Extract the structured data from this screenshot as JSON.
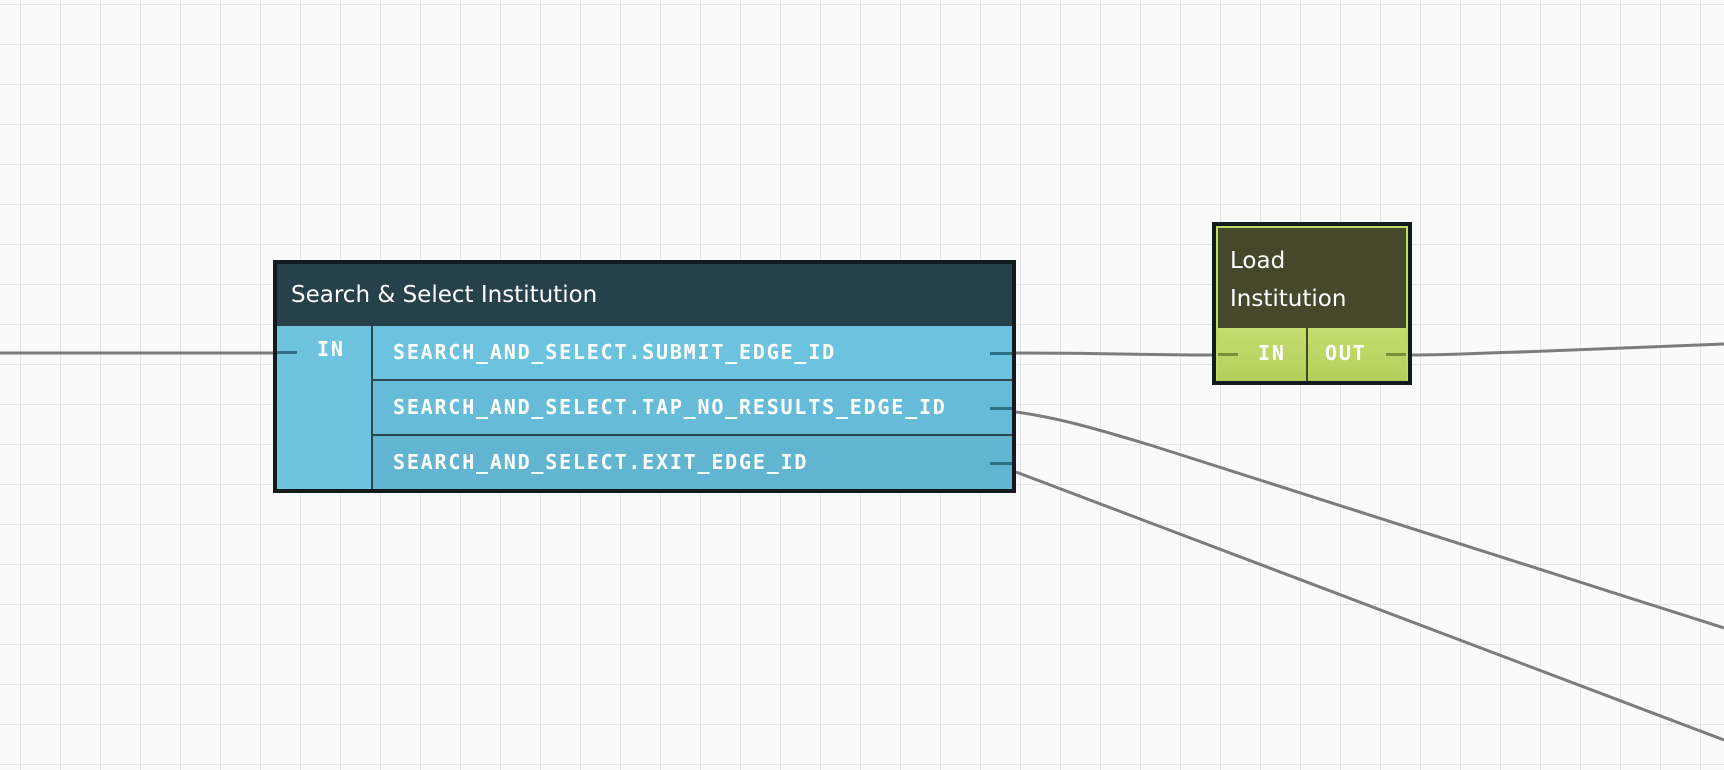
{
  "colors": {
    "grid_background": "#fafafa",
    "grid_line": "#e6e6e6",
    "edge": "#7c7c7c",
    "search_node_header": "#27414a",
    "search_node_body": "#63b7d3",
    "load_node_header": "#45482a",
    "load_node_body": "#b6d35d",
    "node_border": "#141b1e"
  },
  "nodes": {
    "search": {
      "title": "Search & Select Institution",
      "in_port": "IN",
      "out_ports": [
        "SEARCH_AND_SELECT.SUBMIT_EDGE_ID",
        "SEARCH_AND_SELECT.TAP_NO_RESULTS_EDGE_ID",
        "SEARCH_AND_SELECT.EXIT_EDGE_ID"
      ]
    },
    "load": {
      "title": "Load Institution",
      "in_port": "IN",
      "out_port": "OUT"
    }
  },
  "edges": [
    {
      "from": "offscreen-left",
      "to": "search.in"
    },
    {
      "from": "search.SEARCH_AND_SELECT.SUBMIT_EDGE_ID",
      "to": "load.in"
    },
    {
      "from": "search.SEARCH_AND_SELECT.TAP_NO_RESULTS_EDGE_ID",
      "to": "offscreen-right"
    },
    {
      "from": "search.SEARCH_AND_SELECT.EXIT_EDGE_ID",
      "to": "offscreen-right"
    },
    {
      "from": "load.out",
      "to": "offscreen-right"
    }
  ]
}
